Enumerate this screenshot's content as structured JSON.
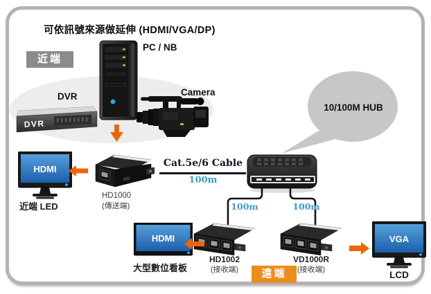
{
  "title": "可依訊號來源做延伸 (HDMI/VGA/DP)",
  "badges": {
    "near": {
      "label": "近端"
    },
    "far": {
      "label": "遠端"
    }
  },
  "sources": {
    "pc_label": "PC / NB",
    "dvr_label": "DVR",
    "dvr_front_text": "DVR",
    "camera_label": "Camera"
  },
  "hub": {
    "bubble_label": "10/100M HUB"
  },
  "cable": {
    "label": "Cat.5e/6 Cable",
    "distance": "100m"
  },
  "runs": {
    "left_distance": "100m",
    "right_distance": "100m"
  },
  "devices": {
    "hd1000": {
      "name": "HD1000",
      "role": "(傳送端)"
    },
    "hd1002": {
      "name": "HD1002",
      "role": "(接收端)"
    },
    "vd1000r": {
      "name": "VD1000R",
      "role": "(接收端)"
    }
  },
  "displays": {
    "near_led": {
      "screen_text": "HDMI",
      "caption": "近端 LED"
    },
    "signage": {
      "screen_text": "HDMI",
      "caption": "大型數位看板"
    },
    "lcd": {
      "screen_text": "VGA",
      "caption": "LCD"
    }
  },
  "colors": {
    "arrow_orange": "#EC6608",
    "far_badge_orange": "#EC8C1E",
    "near_badge_gray": "#8B8B8B",
    "bubble_gray": "#C7C7C7",
    "source_ellipse_gray": "#EDEDED",
    "distance_blue": "#3A9BD5",
    "screen_blue_top": "#56A0DC",
    "screen_blue_bottom": "#1B5FAD",
    "frame_gray": "#B3B3B3"
  }
}
